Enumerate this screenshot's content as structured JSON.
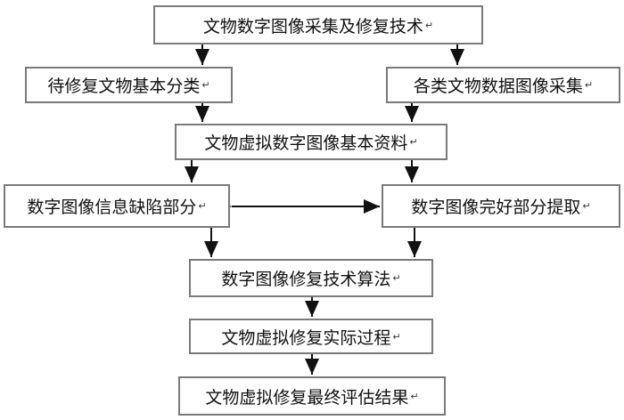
{
  "nodes": {
    "top": "文物数字图像采集及修复技术",
    "left1": "待修复文物基本分类",
    "right1": "各类文物数据图像采集",
    "middle": "文物虚拟数字图像基本资料",
    "left2": "数字图像信息缺陷部分",
    "right2": "数字图像完好部分提取",
    "algo": "数字图像修复技术算法",
    "process": "文物虚拟修复实际过程",
    "result": "文物虚拟修复最终评估结果"
  },
  "edit_mark": "↵"
}
